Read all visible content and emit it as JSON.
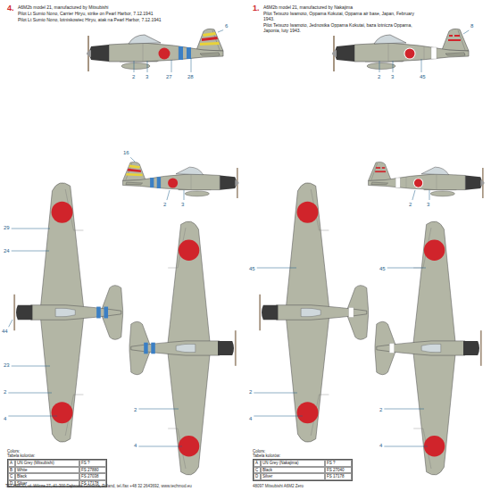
{
  "diagram": {
    "nodes": [
      {
        "text": [
          "Colors:",
          "Tabela kolorów:",
          "A",
          "UN Grey (Mitsubishi)",
          "FS ?",
          "B",
          "White",
          "FS 27880",
          "C",
          "Black",
          "FS 27038",
          "D",
          "Silver",
          "FS 17178"
        ]
      },
      {
        "text": [
          "Colors:",
          "Tabela kolorów:",
          "A",
          "UN Grey (Nakajima)",
          "FS ?",
          "C",
          "Black",
          "FS 27040",
          "D",
          "Silver",
          "FS 17178"
        ]
      }
    ],
    "labels": [
      "4.",
      "A6M2b model 21, manufactured by Mitsubishi",
      "Pilot Lt Sumio Nono, Carrier Hiryu, strike on Pearl Harbor, 7.12.1941",
      "Pilot Lt Sumio Nono, lotniskowiec Hiryu, atak na Pearl Harbor, 7.12.1941",
      "6",
      "2",
      "3",
      "27",
      "28",
      "16",
      "2",
      "3",
      "29",
      "24",
      "44",
      "23",
      "2",
      "4",
      "4",
      "2",
      "TECHMOD, ul. Wilcza 27, 41-300 Dąbrowa Górnicza, Poland, tel./fax +48 32 2643692, www.techmod.eu",
      "1.",
      "A6M2b model 21, manufactured by Nakajima",
      "Pilot Tetsuzo Iwamoto, Oppama Kokutai, Oppama air base, Japan, February 1943.",
      "Pilot Tetsuzo Iwamoto, Jednostka Oppama Kokutai, baza lotnicza Oppama, Japonia, luty 1943.",
      "8",
      "2",
      "3",
      "45",
      "2",
      "3",
      "4",
      "45",
      "2",
      "4",
      "45",
      "2",
      "48097 Mitsubishi A6M2 Zero"
    ]
  }
}
